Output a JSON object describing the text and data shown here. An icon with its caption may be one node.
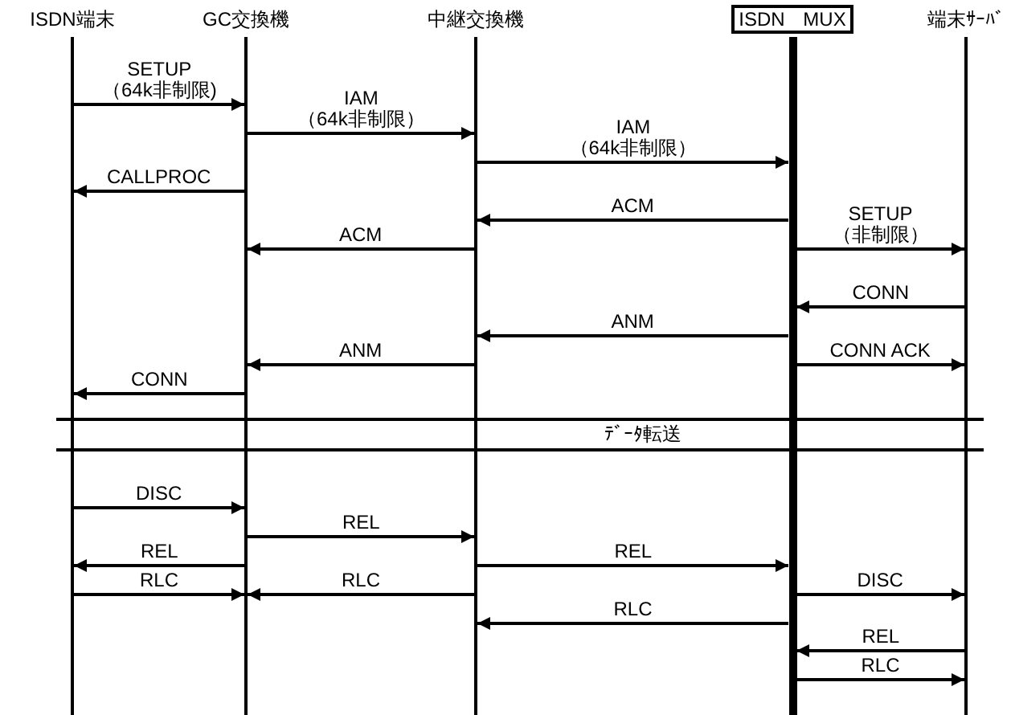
{
  "diagram": {
    "nodes": [
      {
        "text": [
          "ISDN端末"
        ]
      },
      {
        "text": [
          "GC交換機"
        ]
      },
      {
        "text": [
          "中継交換機"
        ]
      },
      {
        "text": [
          "ISDN MUX"
        ]
      },
      {
        "text": [
          "端末ｻｰﾊﾞ"
        ]
      }
    ],
    "edges": [
      {
        "from": 0,
        "to": 1,
        "arrow": "to",
        "label": "SETUP （64k非制限)"
      },
      {
        "from": 1,
        "to": 2,
        "arrow": "to",
        "label": "IAM （64k非制限）"
      },
      {
        "from": 2,
        "to": 3,
        "arrow": "to",
        "label": "IAM （64k非制限）"
      },
      {
        "from": 1,
        "to": 0,
        "arrow": "to",
        "label": "CALLPROC"
      },
      {
        "from": 3,
        "to": 2,
        "arrow": "to",
        "label": "ACM"
      },
      {
        "from": 2,
        "to": 1,
        "arrow": "to",
        "label": "ACM"
      },
      {
        "from": 3,
        "to": 4,
        "arrow": "to",
        "label": "SETUP （非制限）"
      },
      {
        "from": 4,
        "to": 3,
        "arrow": "to",
        "label": "CONN"
      },
      {
        "from": 3,
        "to": 2,
        "arrow": "to",
        "label": "ANM"
      },
      {
        "from": 2,
        "to": 1,
        "arrow": "to",
        "label": "ANM"
      },
      {
        "from": 3,
        "to": 4,
        "arrow": "to",
        "label": "CONN ACK"
      },
      {
        "from": 1,
        "to": 0,
        "arrow": "to",
        "label": "CONN"
      },
      {
        "from": 0,
        "to": 1,
        "arrow": "to",
        "label": "DISC"
      },
      {
        "from": 1,
        "to": 2,
        "arrow": "to",
        "label": "REL"
      },
      {
        "from": 1,
        "to": 0,
        "arrow": "to",
        "label": "REL"
      },
      {
        "from": 2,
        "to": 3,
        "arrow": "to",
        "label": "REL"
      },
      {
        "from": 0,
        "to": 1,
        "arrow": "to",
        "label": "RLC"
      },
      {
        "from": 2,
        "to": 1,
        "arrow": "to",
        "label": "RLC"
      },
      {
        "from": 3,
        "to": 4,
        "arrow": "to",
        "label": "DISC"
      },
      {
        "from": 3,
        "to": 2,
        "arrow": "to",
        "label": "RLC"
      },
      {
        "from": 4,
        "to": 3,
        "arrow": "to",
        "label": "REL"
      },
      {
        "from": 3,
        "to": 4,
        "arrow": "to",
        "label": "RLC"
      }
    ],
    "labels": [
      "ﾃﾞｰﾀ転送"
    ]
  }
}
